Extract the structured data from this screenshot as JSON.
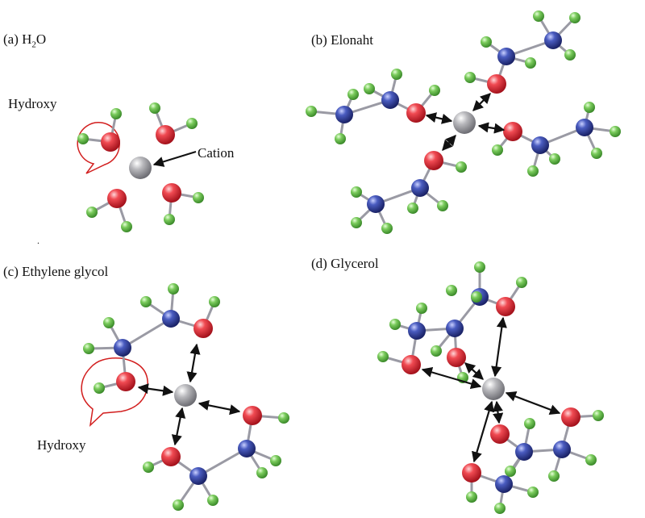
{
  "panels": {
    "a": {
      "label_prefix": "(a) H",
      "label_sub": "2",
      "label_suffix": "O",
      "callout": "Hydroxy",
      "cation_label": "Cation"
    },
    "b": {
      "label": "(b) Elonaht"
    },
    "c": {
      "label": "(c) Ethylene glycol",
      "callout": "Hydroxy"
    },
    "d": {
      "label": "(d) Glycerol"
    }
  },
  "colors": {
    "oxygen": "#e0303a",
    "carbon": "#2e3f9e",
    "hydrogen": "#5fb84a",
    "cation": "#a9a9ad",
    "callout": "#d21e1e"
  }
}
